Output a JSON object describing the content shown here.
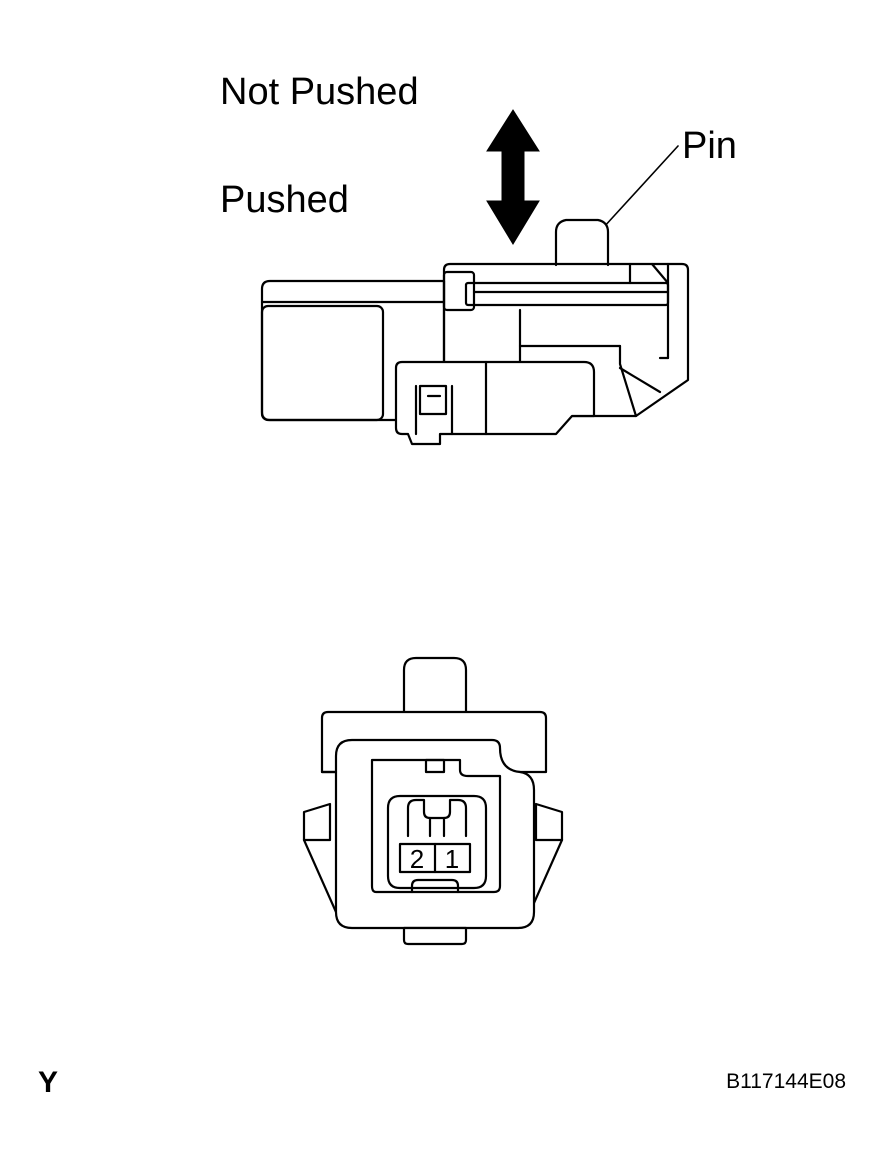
{
  "labels": {
    "not_pushed": "Not Pushed",
    "pushed": "Pushed",
    "pin": "Pin",
    "terminal_2": "2",
    "terminal_1": "1",
    "view_letter": "Y",
    "figure_code": "B117144E08"
  },
  "colors": {
    "ink": "#000000",
    "background": "#ffffff"
  }
}
